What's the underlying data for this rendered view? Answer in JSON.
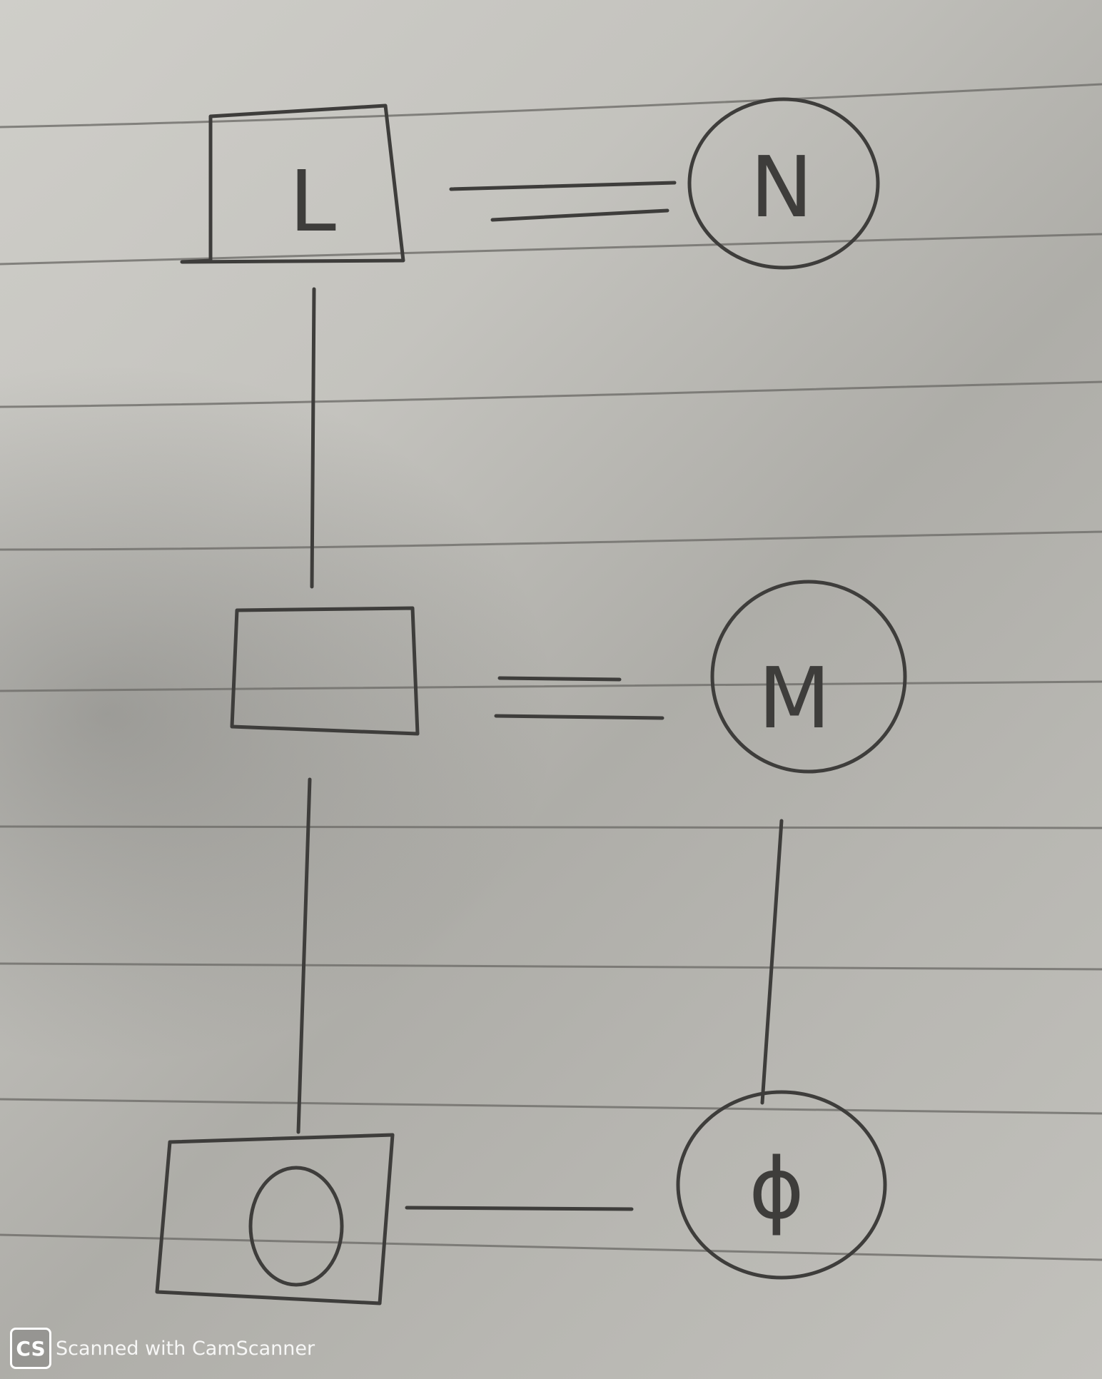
{
  "diagram": {
    "nodes": [
      {
        "id": "L",
        "shape": "square",
        "label": "L"
      },
      {
        "id": "N",
        "shape": "circle",
        "label": "N"
      },
      {
        "id": "X",
        "shape": "square",
        "label": ""
      },
      {
        "id": "M",
        "shape": "circle",
        "label": "M"
      },
      {
        "id": "O",
        "shape": "square",
        "label": "O",
        "inner_circle": true
      },
      {
        "id": "P",
        "shape": "circle",
        "label": "ϕ"
      }
    ],
    "edges": [
      {
        "from": "L",
        "to": "N",
        "type": "double"
      },
      {
        "from": "L",
        "to": "X",
        "type": "vertical"
      },
      {
        "from": "X",
        "to": "M",
        "type": "double"
      },
      {
        "from": "X",
        "to": "O",
        "type": "vertical"
      },
      {
        "from": "M",
        "to": "P",
        "type": "vertical"
      },
      {
        "from": "O",
        "to": "P",
        "type": "single"
      }
    ]
  },
  "watermark": {
    "logo": "CS",
    "text": "Scanned with CamScanner"
  },
  "colors": {
    "ink": "#3e3d3b",
    "paper": "#c4c3be",
    "ruled_line": "#6e6d69"
  }
}
